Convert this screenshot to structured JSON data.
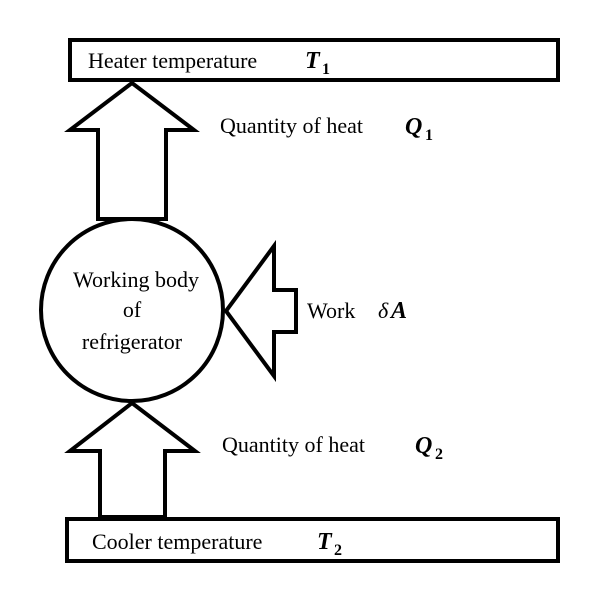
{
  "heater": {
    "label": "Heater temperature",
    "symbol": "T",
    "subscript": "1"
  },
  "heat_top": {
    "label": "Quantity of heat",
    "symbol": "Q",
    "subscript": "1"
  },
  "body": {
    "line1": "Working body",
    "line2": "of",
    "line3": "refrigerator"
  },
  "work": {
    "label": "Work",
    "delta": "δ",
    "symbol": "A"
  },
  "heat_bottom": {
    "label": "Quantity of heat",
    "symbol": "Q",
    "subscript": "2"
  },
  "cooler": {
    "label": "Cooler temperature",
    "symbol": "T",
    "subscript": "2"
  }
}
